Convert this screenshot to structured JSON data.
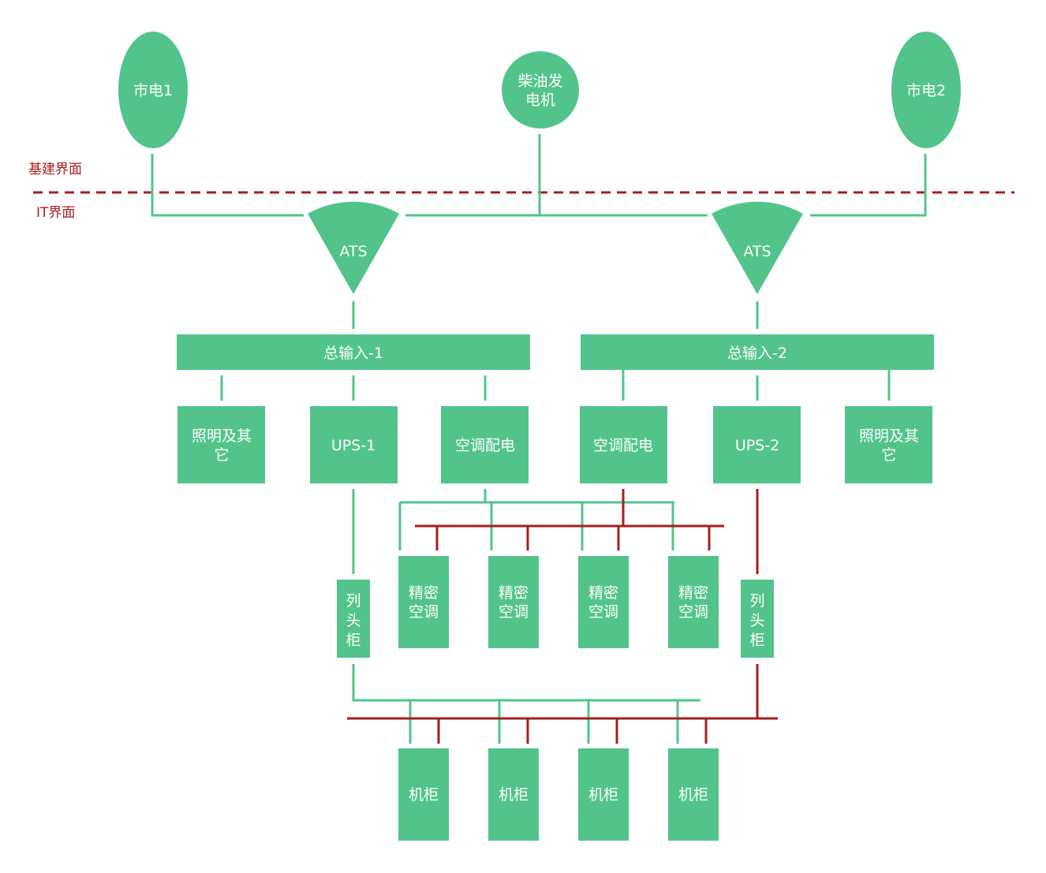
{
  "zones": {
    "infra": "基建界面",
    "it": "IT界面"
  },
  "colors": {
    "node": "#52c48b",
    "line_green": "#52c48b",
    "line_red": "#a61e1e",
    "zone_text": "#a61e1e",
    "node_text": "#ffffff"
  },
  "sources": {
    "grid1": "市电1",
    "generator_line1": "柴油发",
    "generator_line2": "电机",
    "grid2": "市电2"
  },
  "ats": {
    "left": "ATS",
    "right": "ATS"
  },
  "main_input": {
    "left": "总输入-1",
    "right": "总输入-2"
  },
  "branches": {
    "lighting_left_line1": "照明及其",
    "lighting_left_line2": "它",
    "ups1": "UPS-1",
    "ac_power_left": "空调配电",
    "ac_power_right": "空调配电",
    "ups2": "UPS-2",
    "lighting_right_line1": "照明及其",
    "lighting_right_line2": "它"
  },
  "column_head": {
    "left": [
      "列",
      "头",
      "柜"
    ],
    "right": [
      "列",
      "头",
      "柜"
    ]
  },
  "precision_ac": [
    {
      "line1": "精密",
      "line2": "空调"
    },
    {
      "line1": "精密",
      "line2": "空调"
    },
    {
      "line1": "精密",
      "line2": "空调"
    },
    {
      "line1": "精密",
      "line2": "空调"
    }
  ],
  "cabinets": [
    "机柜",
    "机柜",
    "机柜",
    "机柜"
  ]
}
